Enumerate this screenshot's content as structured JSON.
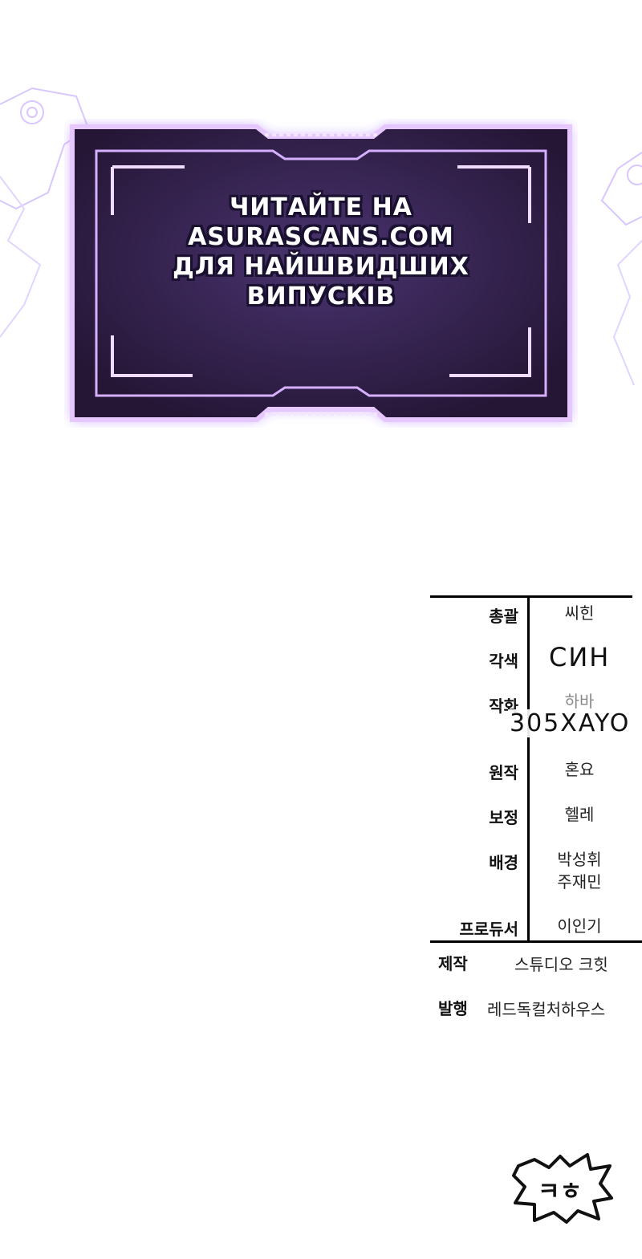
{
  "banner": {
    "line1": "Читайте на",
    "line2": "asurascans.com",
    "line3": "для найшвидших",
    "line4": "випусків"
  },
  "credits": {
    "rows": [
      {
        "role": "총괄",
        "name": "씨힌"
      },
      {
        "role": "각색",
        "name": "СИН"
      },
      {
        "role": "작화",
        "name": "하바"
      },
      {
        "role": "원작",
        "name": "혼요"
      },
      {
        "role": "보정",
        "name": "헬레"
      },
      {
        "role": "배경",
        "name": "박성휘",
        "name2": "주재민"
      },
      {
        "role": "프로듀서",
        "name": "이인기"
      }
    ],
    "overlay_text": "305XAYO",
    "production": {
      "role": "제작",
      "name": "스튜디오 크힛"
    },
    "publisher": {
      "role": "발행",
      "name": "레드독컬처하우스"
    }
  },
  "sfx": {
    "text": "ㅋㅎ"
  },
  "colors": {
    "frame_glow": "#b07cff",
    "frame_fill": "#2f1f48",
    "frame_border": "#e6c8ff",
    "text": "#111111"
  }
}
